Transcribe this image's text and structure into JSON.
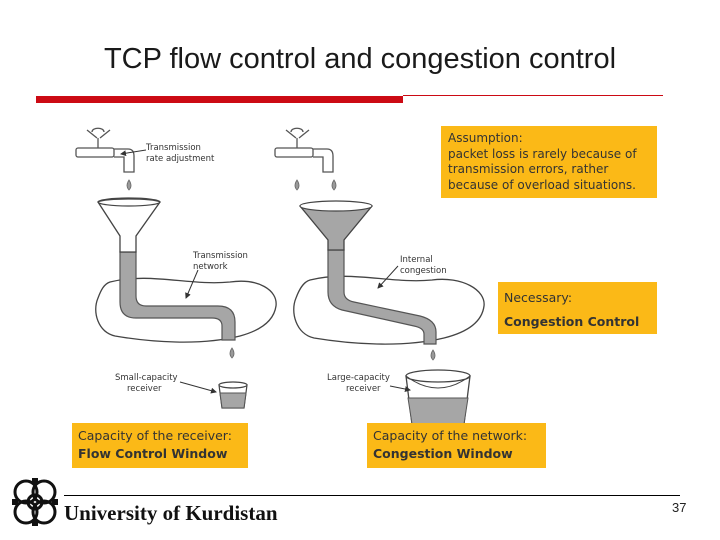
{
  "slide": {
    "title": "TCP flow control and congestion control",
    "page_number": "37"
  },
  "diagram": {
    "left_labels": {
      "transmission_rate": [
        "Transmission",
        "rate adjustment"
      ],
      "transmission_network": [
        "Transmission",
        "network"
      ],
      "small_receiver": [
        "Small-capacity",
        "receiver"
      ]
    },
    "right_labels": {
      "internal_congestion": [
        "Internal",
        "congestion"
      ],
      "large_receiver": [
        "Large-capacity",
        "receiver"
      ]
    }
  },
  "boxes": {
    "assumption": [
      "Assumption:",
      "packet loss is rarely because of",
      "transmission errors, rather",
      "because of overload situations."
    ],
    "necessary": {
      "line1": "Necessary:",
      "line2": "Congestion Control"
    },
    "receiver": {
      "line1": "Capacity of the receiver:",
      "line2": "Flow Control Window"
    },
    "network": {
      "line1": "Capacity of the network:",
      "line2": "Congestion Window"
    }
  },
  "footer": {
    "university": "University of Kurdistan"
  },
  "colors": {
    "accent_red": "#cc0a14",
    "box_yellow": "#fbb917",
    "water_gray": "#a6a6a6"
  }
}
